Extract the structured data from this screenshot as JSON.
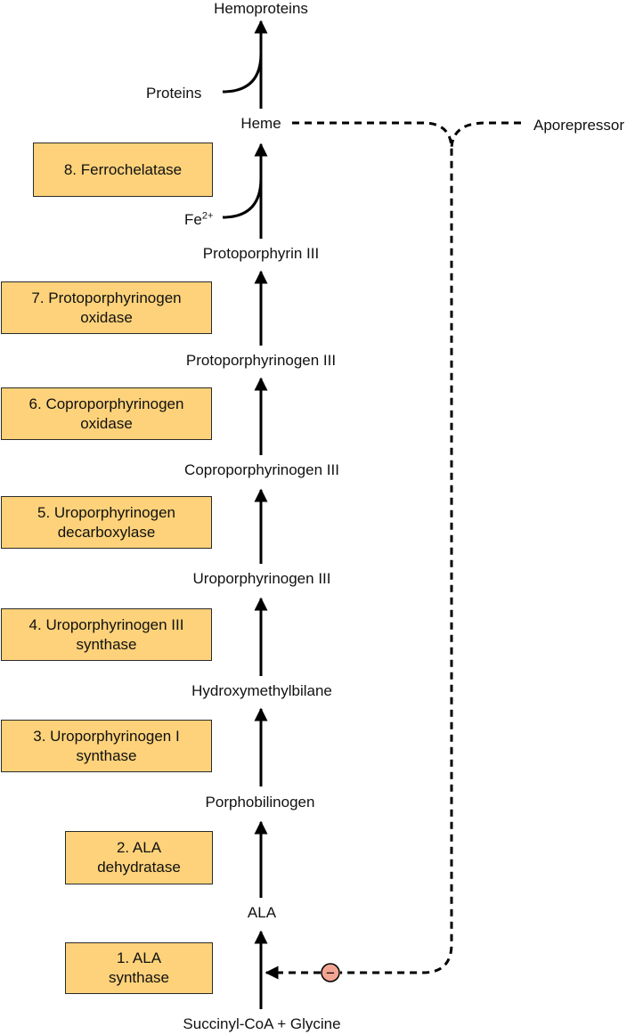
{
  "pathway": {
    "metabolites": {
      "hemoproteins": "Hemoproteins",
      "proteins": "Proteins",
      "heme": "Heme",
      "aporepressor": "Aporepressor",
      "fe_base": "Fe",
      "fe_charge": "2+",
      "protoporphyrin_iii": "Protoporphyrin III",
      "protoporphyrinogen_iii": "Protoporphyrinogen III",
      "coproporphyrinogen_iii": "Coproporphyrinogen III",
      "uroporphyrinogen_iii": "Uroporphyrinogen III",
      "hydroxymethylbilane": "Hydroxymethylbilane",
      "porphobilinogen": "Porphobilinogen",
      "ala": "ALA",
      "start": "Succinyl-CoA + Glycine"
    },
    "enzymes": [
      {
        "line1": "8. Ferrochelatase",
        "line2": ""
      },
      {
        "line1": "7. Protoporphyrinogen",
        "line2": "oxidase"
      },
      {
        "line1": "6. Coproporphyrinogen",
        "line2": "oxidase"
      },
      {
        "line1": "5. Uroporphyrinogen",
        "line2": "decarboxylase"
      },
      {
        "line1": "4. Uroporphyrinogen III",
        "line2": "synthase"
      },
      {
        "line1": "3. Uroporphyrinogen I",
        "line2": "synthase"
      },
      {
        "line1": "2. ALA",
        "line2": "dehydratase"
      },
      {
        "line1": "1. ALA",
        "line2": "synthase"
      }
    ],
    "inhibition_symbol": "−",
    "colors": {
      "enzyme_fill": "#fdd27a",
      "inhibition_fill": "#f2a593",
      "line": "#000000"
    }
  }
}
